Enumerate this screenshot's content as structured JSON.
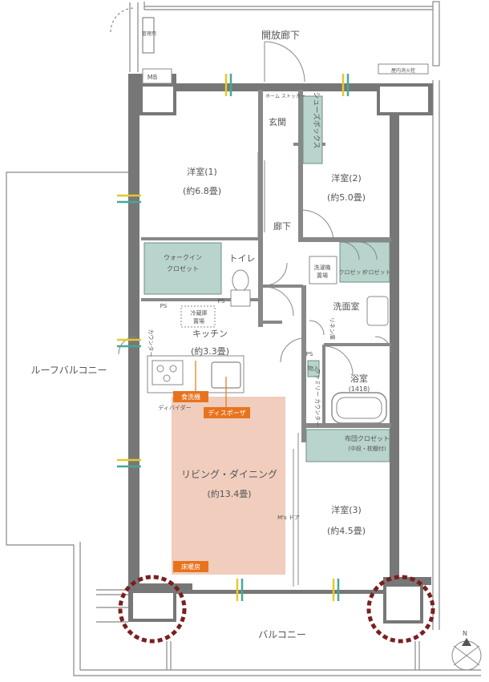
{
  "corridor": "開放廊下",
  "meter_box": "MB",
  "vertical_pipe": "管理用",
  "fire_hose": "屋内消火栓",
  "entrance": "玄関",
  "home_stocker": "ホーム\nストッカー",
  "shoe_box": "シューズボックス",
  "rooms": {
    "western1": "洋室(1)",
    "western1_size": "(約6.8畳)",
    "western2": "洋室(2)",
    "western2_size": "(約5.0畳)",
    "western3": "洋室(3)",
    "western3_size": "(約4.5畳)",
    "hallway": "廊下",
    "toilet": "トイレ",
    "kitchen": "キッチン",
    "kitchen_size": "(約3.3畳)",
    "living": "リビング・ダイニング",
    "living_size": "(約13.4畳)",
    "washroom": "洗面室",
    "bath": "浴室",
    "bath_size": "(1418)"
  },
  "storage": {
    "walkin": "ウォークイン",
    "walkin2": "クロゼット",
    "closet_a": "クロゼット",
    "closet_b": "クロゼット",
    "futon": "布団クロゼット",
    "futon_note": "(中段・枕棚付)",
    "washer": "洗濯機",
    "washer2": "置場",
    "fridge": "冷蔵庫",
    "fridge2": "置場",
    "linen": "リネン庫",
    "storage_small": "物入",
    "family_counter": "ファミリー\nカウンター",
    "counter": "カウンター",
    "divider": "ディバイダー",
    "ms_door": "M's\nドア"
  },
  "ps_labels": [
    "PS",
    "PS",
    "PS"
  ],
  "tags": {
    "dishwasher": "食洗機",
    "disposer": "ディスポーザ",
    "floor_heating": "床暖房"
  },
  "roof_balcony": "ルーフバルコニー",
  "balcony": "バルコニー",
  "north": "N",
  "colors": {
    "wall": "#777777",
    "storage_fill": "#b9d4cc",
    "living_fill": "#f0cdbd",
    "tag_orange": "#e8731e",
    "marker_red": "#7a1f1f",
    "window_yellow": "#e6c82a",
    "window_teal": "#46a79a"
  }
}
